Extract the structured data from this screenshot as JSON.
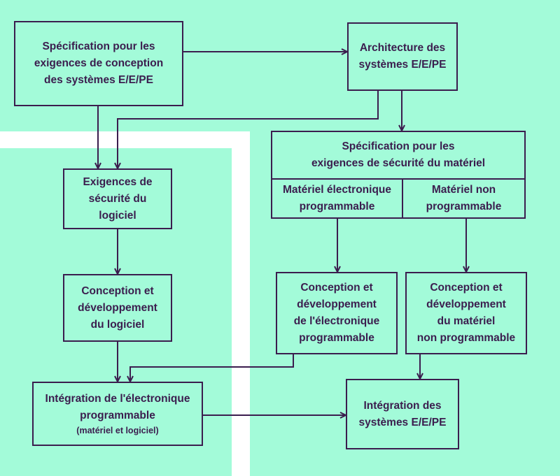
{
  "diagram": {
    "spec_conception": "Spécification pour les\nexigences de conception\ndes systèmes E/E/PE",
    "architecture": "Architecture des\nsystèmes E/E/PE",
    "spec_securite_materiel": "Spécification pour les\nexigences de sécurité du matériel",
    "materiel_electronique": "Matériel électronique\nprogrammable",
    "materiel_non_prog": "Matériel non\nprogrammable",
    "exigences_logiciel": "Exigences de\nsécurité du logiciel",
    "conception_logiciel": "Conception et\ndéveloppement\ndu logiciel",
    "conception_electronique": "Conception et\ndéveloppement\nde l'électronique\nprogrammable",
    "conception_materiel": "Conception et\ndéveloppement\ndu matériel\nnon programmable",
    "integration_electronique": "Intégration de l'électronique\nprogrammable",
    "integration_electronique_note": "(matériel et logiciel)",
    "integration_systemes": "Intégration des\nsystèmes E/E/PE"
  },
  "colors": {
    "background": "#a3fbd9",
    "line": "#3b1d4e",
    "separator": "#ffffff"
  }
}
